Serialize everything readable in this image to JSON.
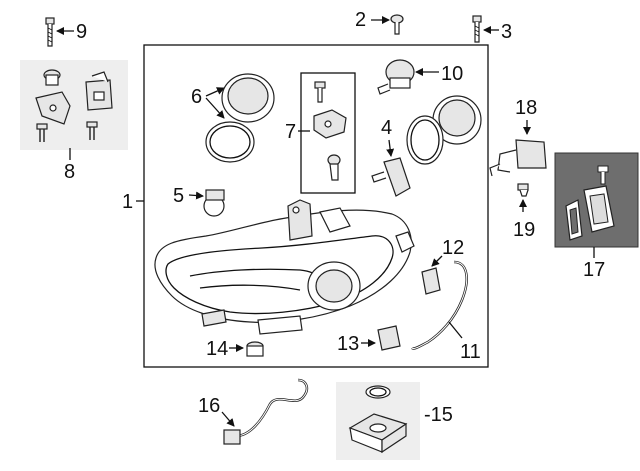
{
  "diagram": {
    "callouts": {
      "c1": "1",
      "c2": "2",
      "c3": "3",
      "c4": "4",
      "c5": "5",
      "c6": "6",
      "c7": "7",
      "c8": "8",
      "c9": "9",
      "c10": "10",
      "c11": "11",
      "c12": "12",
      "c13": "13",
      "c14": "14",
      "c15": "-15",
      "c16": "16",
      "c17": "17",
      "c18": "18",
      "c19": "19"
    },
    "colors": {
      "line": "#111111",
      "panel_bg": "#6e6e6e",
      "background": "#ffffff",
      "shading": "#eeeeee"
    }
  }
}
